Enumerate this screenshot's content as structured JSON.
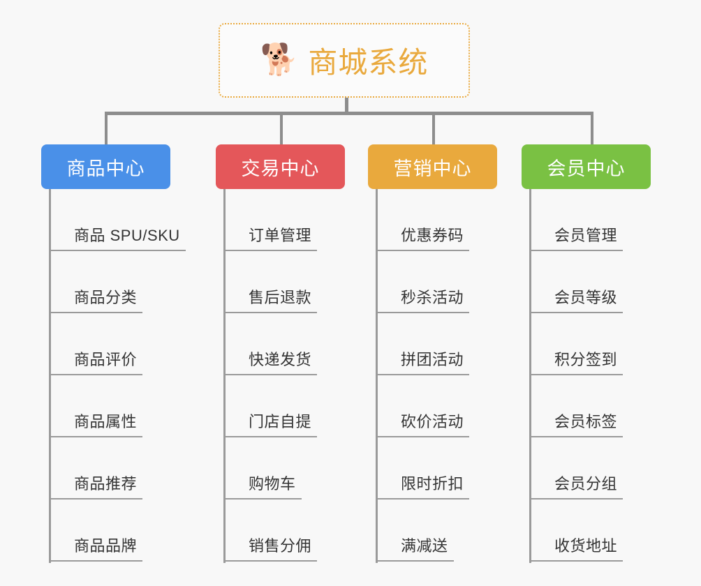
{
  "root": {
    "icon": "shiba-dog-emoji",
    "icon_glyph": "🐕",
    "title": "商城系统",
    "border_color": "#e9a93d",
    "text_color": "#e9a93d"
  },
  "page": {
    "background": "#f8f8f8",
    "connector_color": "#8d8d8d"
  },
  "columns": [
    {
      "title": "商品中心",
      "color": "#4a90e8",
      "items": [
        {
          "label": "商品 SPU/SKU"
        },
        {
          "label": "商品分类"
        },
        {
          "label": "商品评价"
        },
        {
          "label": "商品属性"
        },
        {
          "label": "商品推荐"
        },
        {
          "label": "商品品牌"
        }
      ]
    },
    {
      "title": "交易中心",
      "color": "#e4575a",
      "items": [
        {
          "label": "订单管理"
        },
        {
          "label": "售后退款"
        },
        {
          "label": "快递发货"
        },
        {
          "label": "门店自提"
        },
        {
          "label": "购物车"
        },
        {
          "label": "销售分佣"
        }
      ]
    },
    {
      "title": "营销中心",
      "color": "#e9a93d",
      "items": [
        {
          "label": "优惠券码"
        },
        {
          "label": "秒杀活动"
        },
        {
          "label": "拼团活动"
        },
        {
          "label": "砍价活动"
        },
        {
          "label": "限时折扣"
        },
        {
          "label": "满减送"
        }
      ]
    },
    {
      "title": "会员中心",
      "color": "#7ac143",
      "items": [
        {
          "label": "会员管理"
        },
        {
          "label": "会员等级"
        },
        {
          "label": "积分签到"
        },
        {
          "label": "会员标签"
        },
        {
          "label": "会员分组"
        },
        {
          "label": "收货地址"
        }
      ]
    }
  ]
}
